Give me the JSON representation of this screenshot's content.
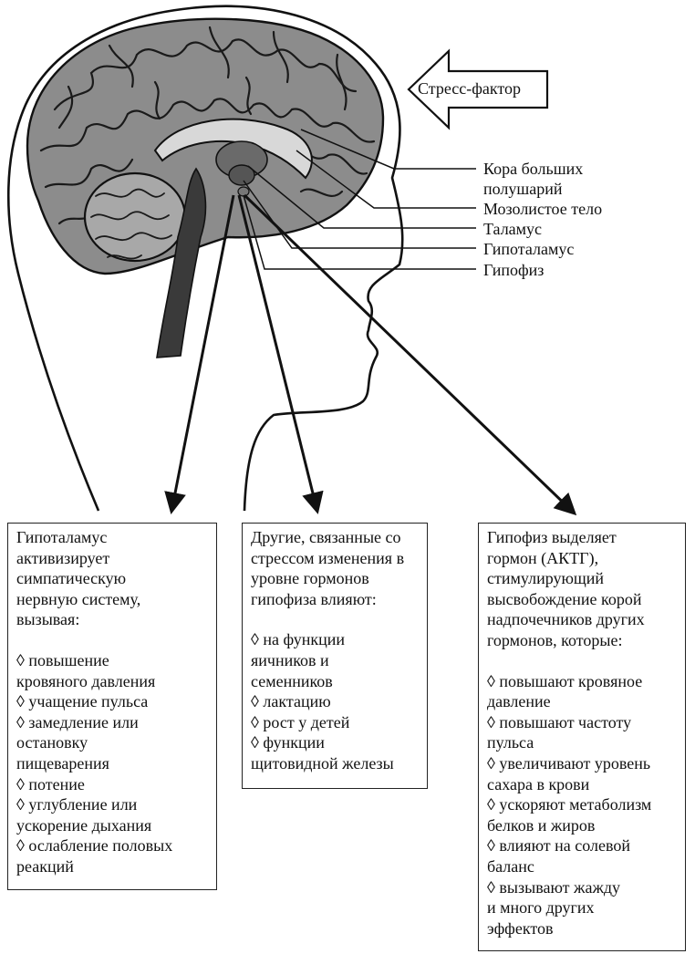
{
  "stress_arrow": {
    "label": "Стресс-фактор"
  },
  "labels": {
    "cortex": "Кора больших\nполушарий",
    "corpus_callosum": "Мозолистое тело",
    "thalamus": "Таламус",
    "hypothalamus": "Гипоталамус",
    "pituitary": "Гипофиз"
  },
  "boxes": {
    "left": {
      "intro": "Гипоталамус\nактивизирует\nсимпатическую\nнервную систему,\nвызывая:",
      "items": [
        "повышение\nкровяного давления",
        "учащение пульса",
        "замедление или\nостановку\nпищеварения",
        "потение",
        "углубление или\nускорение дыхания",
        "ослабление половых\nреакций"
      ]
    },
    "middle": {
      "intro": "Другие, связанные со\nстрессом изменения в\nуровне гормонов\nгипофиза влияют:",
      "items": [
        "на функции\nяичников и\nсеменников",
        "лактацию",
        "рост у детей",
        "функции\nщитовидной железы"
      ]
    },
    "right": {
      "intro": "Гипофиз выделяет\nгормон (АКТГ),\nстимулирующий\nвысвобождение корой\nнадпочечников других\nгормонов, которые:",
      "items": [
        "повышают кровяное\nдавление",
        "повышают частоту\nпульса",
        "увеличивают уровень\nсахара в крови",
        "ускоряют метаболизм\nбелков и жиров",
        "влияют на солевой\nбаланс",
        "вызывают жажду\nи много других\nэффектов"
      ]
    }
  }
}
